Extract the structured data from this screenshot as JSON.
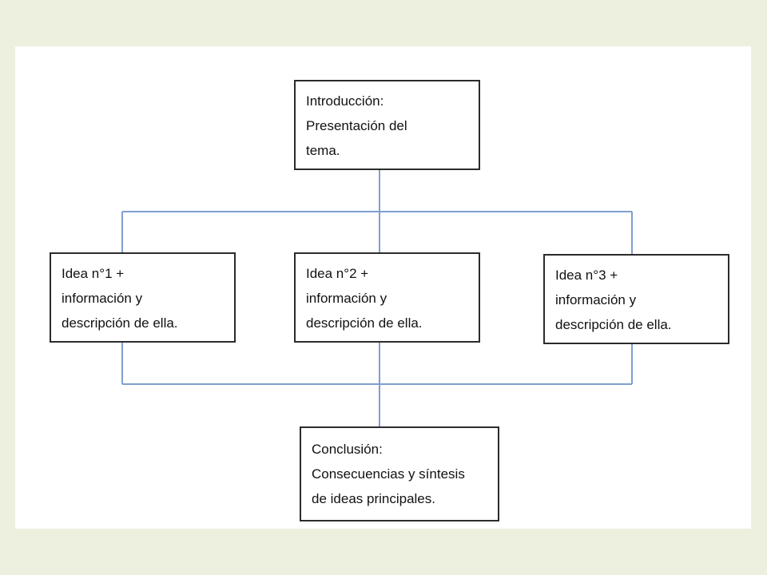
{
  "colors": {
    "page_background": "#edf0df",
    "slide_background": "#ffffff",
    "box_border": "#2b2b2b",
    "connector": "#7f9fcf"
  },
  "diagram": {
    "intro": {
      "lines": [
        "Introducción:",
        "Presentación del",
        "tema."
      ]
    },
    "ideas": [
      {
        "lines": [
          "Idea n°1 +",
          "información y",
          "descripción de ella."
        ]
      },
      {
        "lines": [
          "Idea n°2 +",
          "información y",
          "descripción de ella."
        ]
      },
      {
        "lines": [
          "Idea n°3 +",
          "información y",
          "descripción de ella."
        ]
      }
    ],
    "conclusion": {
      "lines": [
        "Conclusión:",
        "Consecuencias y síntesis",
        "de ideas principales."
      ]
    }
  }
}
